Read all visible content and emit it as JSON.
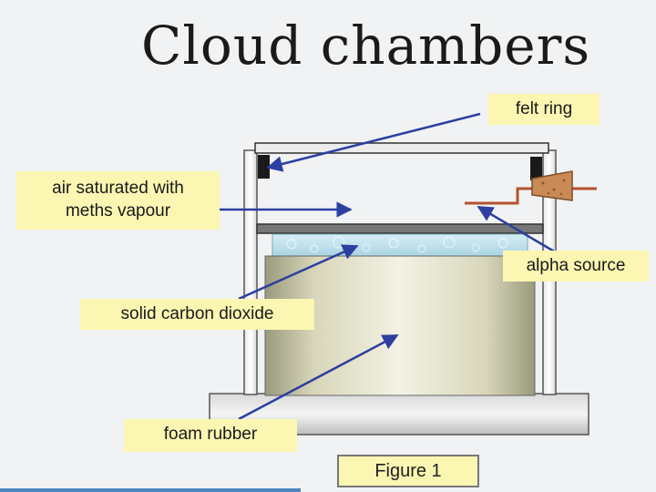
{
  "title": "Cloud chambers",
  "labels": {
    "felt_ring": "felt ring",
    "air_line1": "air saturated with",
    "air_line2": "meths vapour",
    "alpha_source": "alpha source",
    "solid_co2": "solid carbon dioxide",
    "foam_rubber": "foam rubber"
  },
  "figure_caption": "Figure 1",
  "colors": {
    "label_bg": "#fbf6b2",
    "arrow": "#2d3fa0",
    "alpha_rod": "#b4532f",
    "cork": "#c98a55",
    "dry_ice": "#b9dde9",
    "foam": "#d6d4b8"
  }
}
